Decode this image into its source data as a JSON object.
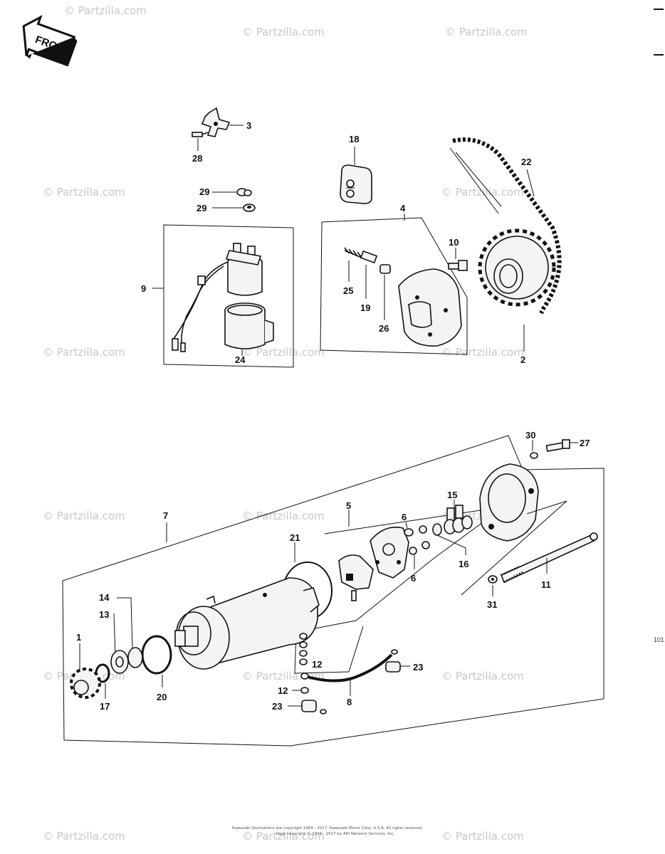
{
  "front_label": "FRONT",
  "watermark": "© Partzilla.com",
  "page_number": "101",
  "copyright_lines": [
    "Kawasaki illustrations are copyright 1969 - 2017, Kawasaki Motor Corp. U.S.A. All rights reserved",
    "Page copyright © 2004 - 2017 by ARI Network Services, Inc."
  ],
  "callouts": {
    "c1": "1",
    "c2": "2",
    "c3": "3",
    "c4": "4",
    "c5": "5",
    "c6a": "6",
    "c6b": "6",
    "c7": "7",
    "c8": "8",
    "c9": "9",
    "c10": "10",
    "c11": "11",
    "c12a": "12",
    "c12b": "12",
    "c13": "13",
    "c14": "14",
    "c15": "15",
    "c16": "16",
    "c17": "17",
    "c18": "18",
    "c19": "19",
    "c20": "20",
    "c21": "21",
    "c22": "22",
    "c23a": "23",
    "c23b": "23",
    "c24": "24",
    "c25": "25",
    "c26": "26",
    "c27": "27",
    "c28": "28",
    "c29a": "29",
    "c29b": "29",
    "c30": "30",
    "c31": "31"
  }
}
